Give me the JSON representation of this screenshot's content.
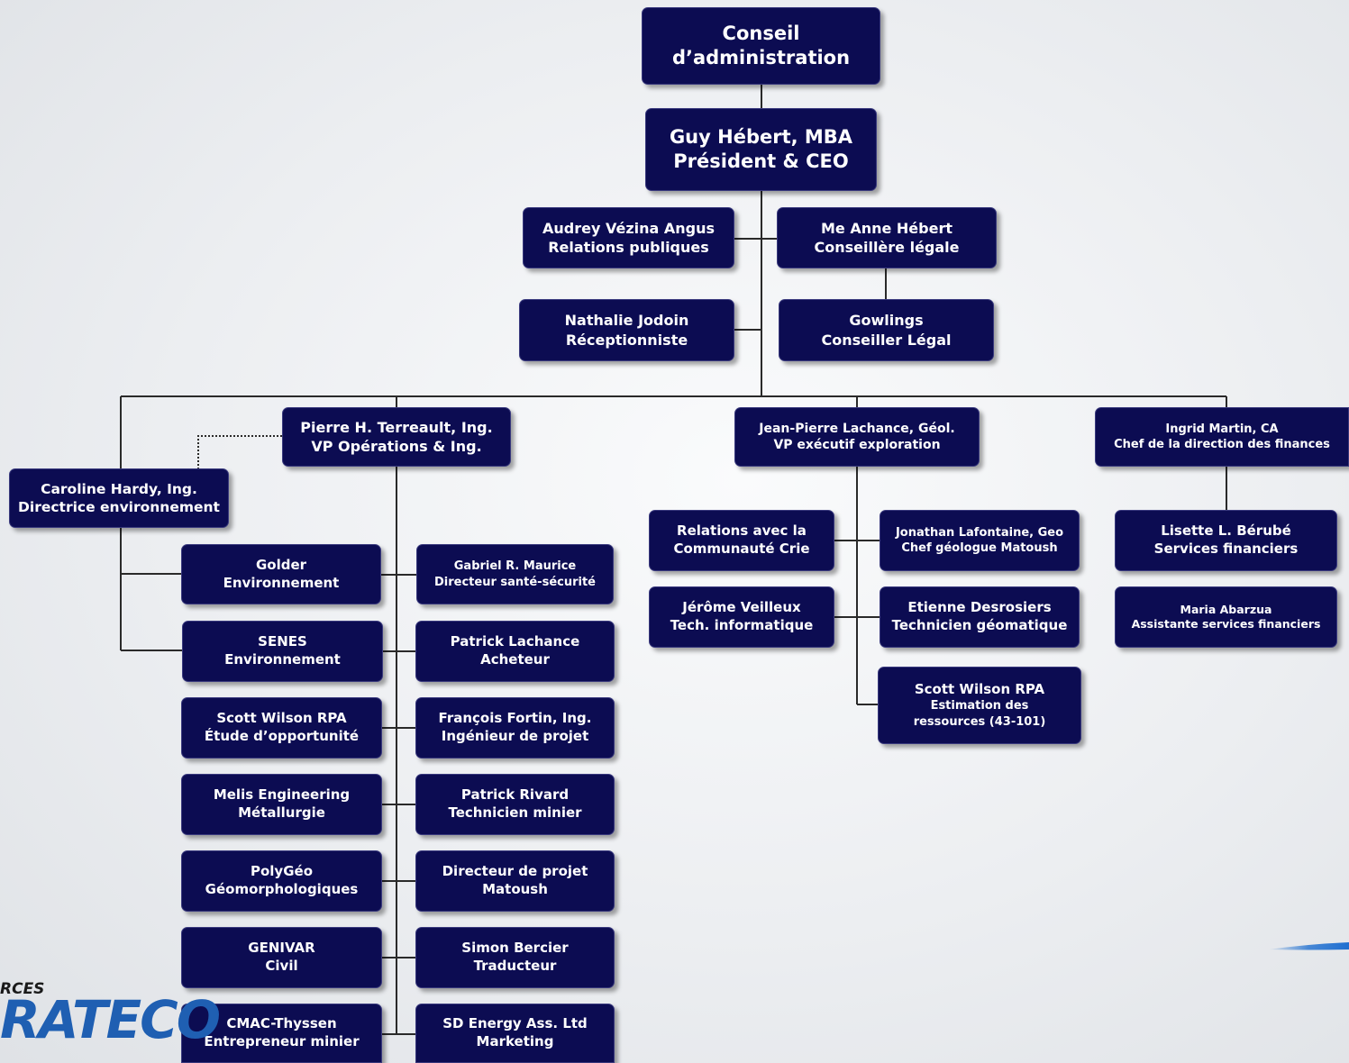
{
  "org": {
    "board": [
      "Conseil",
      "d’administration"
    ],
    "ceo": [
      "Guy Hébert, MBA",
      "Président & CEO"
    ],
    "audrey": [
      "Audrey Vézina Angus",
      "Relations publiques"
    ],
    "anne": [
      "Me Anne Hébert",
      "Conseillère légale"
    ],
    "nathalie": [
      "Nathalie Jodoin",
      "Réceptionniste"
    ],
    "gowlings": [
      "Gowlings",
      "Conseiller Légal"
    ],
    "pierre": [
      "Pierre H. Terreault, Ing.",
      "VP Opérations & Ing."
    ],
    "jeanpierre": [
      "Jean-Pierre Lachance, Géol.",
      "VP exécutif exploration"
    ],
    "ingrid": [
      "Ingrid Martin, CA",
      "Chef de la direction des finances"
    ],
    "caroline": [
      "Caroline Hardy, Ing.",
      "Directrice environnement"
    ],
    "golder": [
      "Golder",
      "Environnement"
    ],
    "senes": [
      "SENES",
      "Environnement"
    ],
    "scottwilson_op": [
      "Scott Wilson RPA",
      "Étude d’opportunité"
    ],
    "melis": [
      "Melis Engineering",
      "Métallurgie"
    ],
    "polygeo": [
      "PolyGéo",
      "Géomorphologiques"
    ],
    "genivar": [
      "GENIVAR",
      "Civil"
    ],
    "cmac": [
      "CMAC-Thyssen",
      "Entrepreneur minier"
    ],
    "gabriel": [
      "Gabriel R. Maurice",
      "Directeur santé-sécurité"
    ],
    "patrick_l": [
      "Patrick Lachance",
      "Acheteur"
    ],
    "francois": [
      "François Fortin, Ing.",
      "Ingénieur de projet"
    ],
    "patrick_r": [
      "Patrick Rivard",
      "Technicien minier"
    ],
    "directeur": [
      "Directeur de projet",
      "Matoush"
    ],
    "simon": [
      "Simon Bercier",
      "Traducteur"
    ],
    "sdenergy": [
      "SD Energy Ass. Ltd",
      "Marketing"
    ],
    "relations": [
      "Relations avec la",
      "Communauté Crie"
    ],
    "jerome": [
      "Jérôme Veilleux",
      "Tech. informatique"
    ],
    "jonathan": [
      "Jonathan Lafontaine, Geo",
      "Chef géologue Matoush"
    ],
    "etienne": [
      "Etienne Desrosiers",
      "Technicien géomatique"
    ],
    "scottwilson_ex": [
      "Scott Wilson RPA",
      "Estimation des",
      "ressources (43-101)"
    ],
    "lisette": [
      "Lisette L. Bérubé",
      "Services financiers"
    ],
    "maria": [
      "Maria Abarzua",
      "Assistante services financiers"
    ]
  },
  "logo": {
    "small": "RCES",
    "main": "RATECO"
  },
  "colors": {
    "box": "#0c0c52",
    "text": "#ffffff",
    "line": "#2a2a2a",
    "logo": "#1f5fb2"
  }
}
